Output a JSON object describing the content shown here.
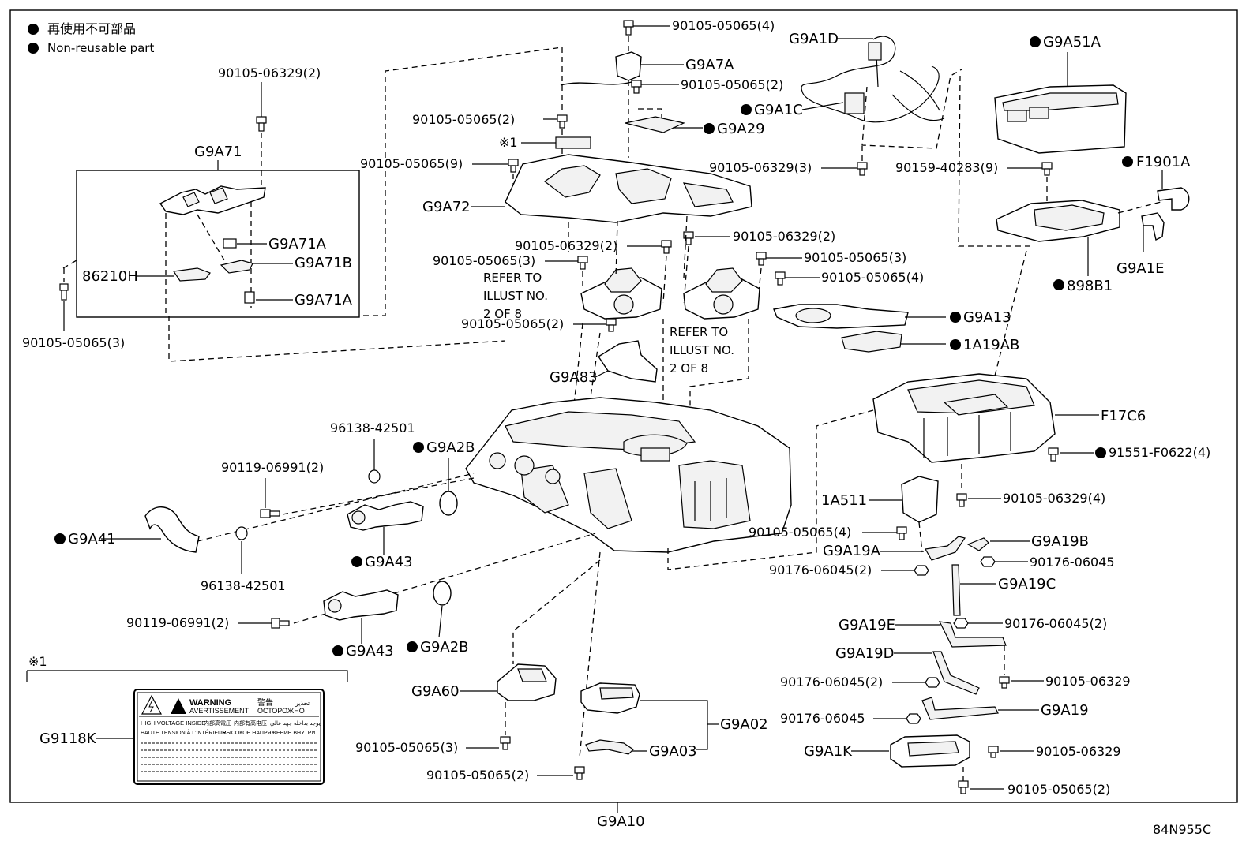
{
  "legend": {
    "jp": "再使用不可部品",
    "en": "Non-reusable part"
  },
  "footer": {
    "assembly": "G9A10",
    "diagram_code": "84N955C"
  },
  "notes": {
    "refer_1": [
      "REFER TO",
      "ILLUST NO.",
      "2 OF 8"
    ],
    "refer_2": [
      "REFER TO",
      "ILLUST NO.",
      "2 OF 8"
    ],
    "asterisk_inline": "※1",
    "asterisk_box": "※1"
  },
  "labels": {
    "p_90105_05065_4_top": "90105-05065(4)",
    "p_G9A7A": "G9A7A",
    "p_90105_05065_2_a": "90105-05065(2)",
    "p_90105_05065_2_b": "90105-05065(2)",
    "p_G9A29": "G9A29",
    "p_90105_05065_9": "90105-05065(9)",
    "p_G9A72": "G9A72",
    "p_G9A1D": "G9A1D",
    "p_G9A1C": "G9A1C",
    "p_90105_06329_3": "90105-06329(3)",
    "p_G9A51A": "G9A51A",
    "p_90159_40283_9": "90159-40283(9)",
    "p_F1901A": "F1901A",
    "p_G9A1E": "G9A1E",
    "p_898B1": "898B1",
    "p_90105_06329_2_left": "90105-06329(2)",
    "p_G9A71": "G9A71",
    "p_G9A71A_1": "G9A71A",
    "p_G9A71B": "G9A71B",
    "p_86210H": "86210H",
    "p_G9A71A_2": "G9A71A",
    "p_90105_05065_3_left": "90105-05065(3)",
    "p_90105_06329_2_mid": "90105-06329(2)",
    "p_90105_06329_2_right": "90105-06329(2)",
    "p_90105_05065_3_mid": "90105-05065(3)",
    "p_90105_05065_3_right": "90105-05065(3)",
    "p_90105_05065_4_right": "90105-05065(4)",
    "p_90105_05065_2_c": "90105-05065(2)",
    "p_G9A13": "G9A13",
    "p_1A19AB": "1A19AB",
    "p_G9A83": "G9A83",
    "p_F17C6": "F17C6",
    "p_91551_F0622_4": "91551-F0622(4)",
    "p_96138_42501_a": "96138-42501",
    "p_G9A2B_a": "G9A2B",
    "p_90119_06991_2_a": "90119-06991(2)",
    "p_G9A41": "G9A41",
    "p_G9A43_a": "G9A43",
    "p_96138_42501_b": "96138-42501",
    "p_1A511": "1A511",
    "p_90105_06329_4": "90105-06329(4)",
    "p_90105_05065_4_low": "90105-05065(4)",
    "p_G9A19A": "G9A19A",
    "p_G9A19B": "G9A19B",
    "p_90176_06045_2_a": "90176-06045(2)",
    "p_90176_06045_a": "90176-06045",
    "p_G9A19C": "G9A19C",
    "p_90119_06991_2_b": "90119-06991(2)",
    "p_G9A43_b": "G9A43",
    "p_G9A2B_b": "G9A2B",
    "p_G9A19E": "G9A19E",
    "p_90176_06045_2_b": "90176-06045(2)",
    "p_G9A19D": "G9A19D",
    "p_90176_06045_2_c": "90176-06045(2)",
    "p_90105_06329_a": "90105-06329",
    "p_G9A60": "G9A60",
    "p_G9A02": "G9A02",
    "p_90176_06045_b": "90176-06045",
    "p_G9A19": "G9A19",
    "p_G9118K": "G9118K",
    "p_90105_05065_3_low": "90105-05065(3)",
    "p_G9A03": "G9A03",
    "p_G9A1K": "G9A1K",
    "p_90105_06329_b": "90105-06329",
    "p_90105_05065_2_low": "90105-05065(2)",
    "p_90105_05065_2_bottom": "90105-05065(2)"
  },
  "warning_label": {
    "warning": "WARNING",
    "avert": "AVERTISSEMENT",
    "jp": "警告",
    "ru": "ОСТОРОЖНО",
    "ar": "تحذير",
    "line1": "HIGH VOLTAGE INSIDE",
    "line1_jp": "内部高電圧",
    "line1_zh": "内部有高电压",
    "line1_ar": "يوجد بداخله جهد عالي",
    "line2": "HAUTE TENSION À L'INTÉRIEUR",
    "line2_ru": "ВЫСОКОЕ НАПРЯЖЕНИЕ ВНУТРИ"
  }
}
